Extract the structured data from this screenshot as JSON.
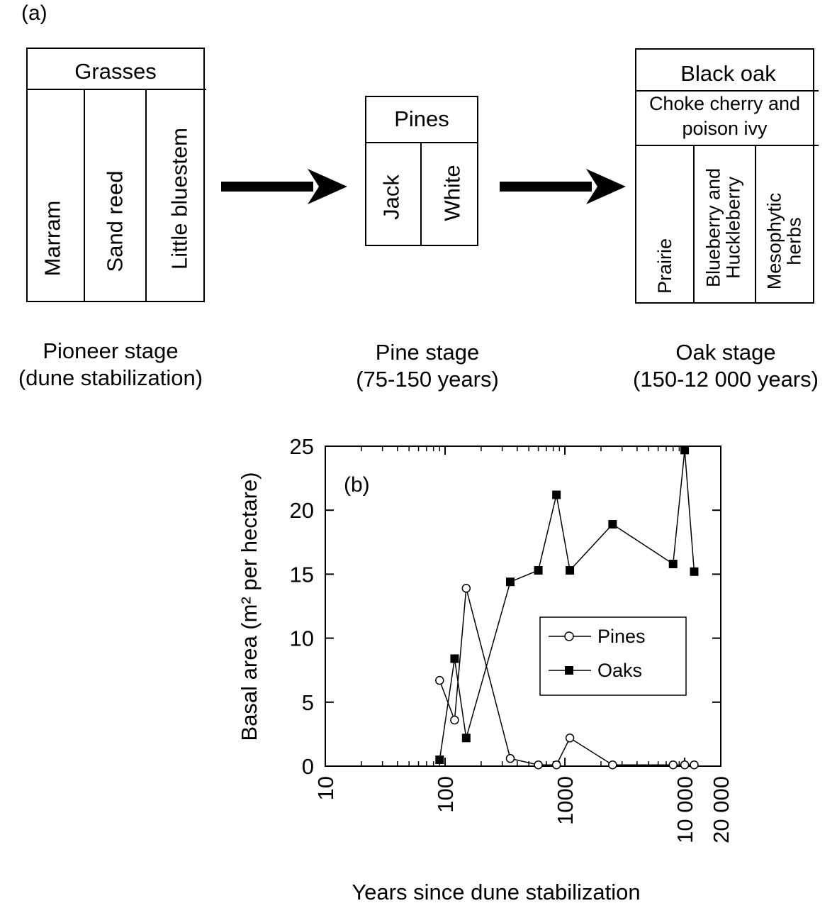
{
  "panel_a": {
    "label": "(a)",
    "pioneer": {
      "header": "Grasses",
      "columns": [
        "Marram",
        "Sand reed",
        "Little bluestem"
      ],
      "stage_line1": "Pioneer stage",
      "stage_line2": "(dune stabilization)"
    },
    "pine": {
      "header": "Pines",
      "columns": [
        "Jack",
        "White"
      ],
      "stage_line1": "Pine stage",
      "stage_line2": "(75-150 years)"
    },
    "oak": {
      "header": "Black oak",
      "subheader_line1": "Choke cherry and",
      "subheader_line2": "poison ivy",
      "col1": "Prairie",
      "col2_line1": "Blueberry and",
      "col2_line2": "Huckleberry",
      "col3_line1": "Mesophytic",
      "col3_line2": "herbs",
      "stage_line1": "Oak stage",
      "stage_line2": "(150-12 000 years)"
    }
  },
  "chart_data": {
    "type": "line",
    "panel_label": "(b)",
    "xlabel": "Years since dune stabilization",
    "ylabel": "Basal area (m² per hectare)",
    "xscale": "log",
    "xlim": [
      10,
      20000
    ],
    "ylim": [
      0,
      25
    ],
    "x_ticks": [
      "10",
      "100",
      "1000",
      "10 000",
      "20 000"
    ],
    "x_tick_values": [
      10,
      100,
      1000,
      10000,
      20000
    ],
    "y_ticks": [
      "0",
      "5",
      "10",
      "15",
      "20",
      "25"
    ],
    "y_tick_values": [
      0,
      5,
      10,
      15,
      20,
      25
    ],
    "legend_position": "center-right",
    "series": [
      {
        "name": "Pines",
        "marker": "open-circle",
        "x": [
          90,
          120,
          150,
          350,
          600,
          850,
          1100,
          2500,
          8000,
          10000,
          12000
        ],
        "y": [
          6.7,
          3.6,
          13.9,
          0.6,
          0.1,
          0.1,
          2.2,
          0.1,
          0.1,
          0.1,
          0.1
        ]
      },
      {
        "name": "Oaks",
        "marker": "filled-square",
        "x": [
          90,
          120,
          150,
          350,
          600,
          850,
          1100,
          2500,
          8000,
          10000,
          12000
        ],
        "y": [
          0.5,
          8.4,
          2.2,
          14.4,
          15.3,
          21.2,
          15.3,
          18.9,
          15.8,
          24.7,
          15.2
        ]
      }
    ]
  }
}
